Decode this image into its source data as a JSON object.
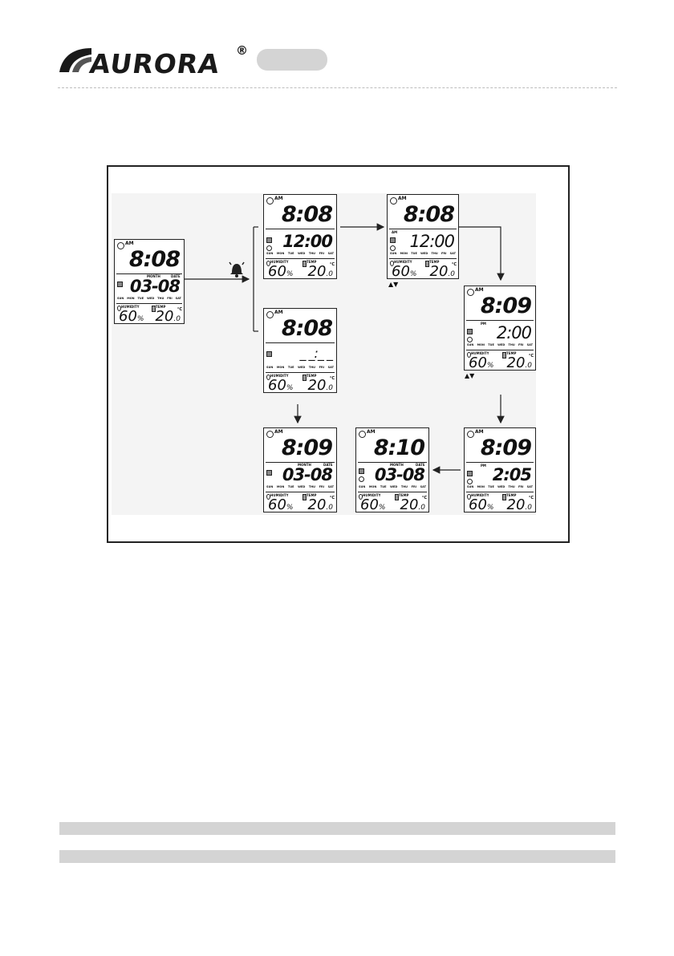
{
  "brand": {
    "name": "AURORA",
    "reg": "®"
  },
  "arrows_label": "▲▼",
  "screens": [
    {
      "am": "AM",
      "time": "8:08",
      "month_label": "MONTH",
      "date_label": "DATE",
      "mid": "03-08",
      "days": [
        "SUN",
        "MON",
        "TUE",
        "WED",
        "THU",
        "FRI",
        "SAT"
      ],
      "humidity_label": "HUMIDITY",
      "humidity": "60",
      "hum_unit": "%",
      "temp_label": "TEMP",
      "temp": "20",
      "temp_dec": ".0",
      "temp_unit": "°C"
    },
    {
      "am": "AM",
      "time": "8:08",
      "mid_am": "",
      "mid": "12:00",
      "days": [
        "SUN",
        "MON",
        "TUE",
        "WED",
        "THU",
        "FRI",
        "SAT"
      ],
      "humidity_label": "HUMIDITY",
      "humidity": "60",
      "hum_unit": "%",
      "temp_label": "TEMP",
      "temp": "20",
      "temp_dec": ".0",
      "temp_unit": "°C"
    },
    {
      "am": "AM",
      "time": "8:08",
      "mid_am": "AM",
      "mid": "12:00",
      "days": [
        "SUN",
        "MON",
        "TUE",
        "WED",
        "THU",
        "FRI",
        "SAT"
      ],
      "humidity_label": "HUMIDITY",
      "humidity": "60",
      "hum_unit": "%",
      "temp_label": "TEMP",
      "temp": "20",
      "temp_dec": ".0",
      "temp_unit": "°C"
    },
    {
      "am": "AM",
      "time": "8:08",
      "mid": "_ _:_ _",
      "days": [
        "SUN",
        "MON",
        "TUE",
        "WED",
        "THU",
        "FRI",
        "SAT"
      ],
      "humidity_label": "HUMIDITY",
      "humidity": "60",
      "hum_unit": "%",
      "temp_label": "TEMP",
      "temp": "20",
      "temp_dec": ".0",
      "temp_unit": "°C"
    },
    {
      "am": "AM",
      "time": "8:09",
      "mid_am": "PM",
      "mid": "2:00",
      "days": [
        "SUN",
        "MON",
        "TUE",
        "WED",
        "THU",
        "FRI",
        "SAT"
      ],
      "humidity_label": "HUMIDITY",
      "humidity": "60",
      "hum_unit": "%",
      "temp_label": "TEMP",
      "temp": "20",
      "temp_dec": ".0",
      "temp_unit": "°C"
    },
    {
      "am": "AM",
      "time": "8:09",
      "month_label": "MONTH",
      "date_label": "DATE",
      "mid": "03-08",
      "days": [
        "SUN",
        "MON",
        "TUE",
        "WED",
        "THU",
        "FRI",
        "SAT"
      ],
      "humidity_label": "HUMIDITY",
      "humidity": "60",
      "hum_unit": "%",
      "temp_label": "TEMP",
      "temp": "20",
      "temp_dec": ".0",
      "temp_unit": "°C"
    },
    {
      "am": "AM",
      "time": "8:10",
      "month_label": "MONTH",
      "date_label": "DATE",
      "mid": "03-08",
      "days": [
        "SUN",
        "MON",
        "TUE",
        "WED",
        "THU",
        "FRI",
        "SAT"
      ],
      "humidity_label": "HUMIDITY",
      "humidity": "60",
      "hum_unit": "%",
      "temp_label": "TEMP",
      "temp": "20",
      "temp_dec": ".0",
      "temp_unit": "°C"
    },
    {
      "am": "AM",
      "time": "8:09",
      "mid_am": "PM",
      "mid": "2:05",
      "days": [
        "SUN",
        "MON",
        "TUE",
        "WED",
        "THU",
        "FRI",
        "SAT"
      ],
      "humidity_label": "HUMIDITY",
      "humidity": "60",
      "hum_unit": "%",
      "temp_label": "TEMP",
      "temp": "20",
      "temp_dec": ".0",
      "temp_unit": "°C"
    }
  ]
}
